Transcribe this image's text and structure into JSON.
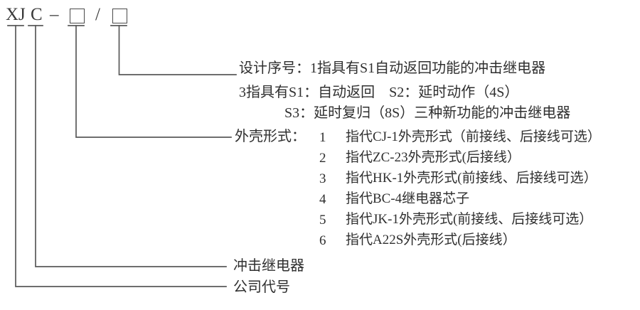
{
  "model_code": {
    "segments": [
      {
        "type": "text",
        "value": "XJ"
      },
      {
        "type": "text",
        "value": "C"
      },
      {
        "type": "text",
        "value": "–"
      },
      {
        "type": "box",
        "value": ""
      },
      {
        "type": "text",
        "value": "/"
      },
      {
        "type": "box",
        "value": ""
      }
    ]
  },
  "callouts": {
    "design_serial": {
      "label": "设计序号：1指具有S1自动返回功能的冲击继电器",
      "line2": "3指具有S1：自动返回　S2：延时动作（4S）",
      "line3": "S3：延时复归（8S）三种新功能的冲击继电器"
    },
    "shell_type": {
      "label": "外壳形式：",
      "items": [
        {
          "num": "1",
          "desc": "指代CJ-1外壳形式（前接线、后接线可选）"
        },
        {
          "num": "2",
          "desc": "指代ZC-23外壳形式(后接线）"
        },
        {
          "num": "3",
          "desc": "指代HK-1外壳形式(前接线、后接线可选）"
        },
        {
          "num": "4",
          "desc": "指代BC-4继电器芯子"
        },
        {
          "num": "5",
          "desc": "指代JK-1外壳形式(前接线、后接线可选）"
        },
        {
          "num": "6",
          "desc": "指代A22S外壳形式(后接线）"
        }
      ]
    },
    "product_name": {
      "label": "冲击继电器"
    },
    "company_code": {
      "label": "公司代号"
    }
  },
  "colors": {
    "line": "#595959",
    "text": "#2f2f2f",
    "background": "#ffffff"
  }
}
